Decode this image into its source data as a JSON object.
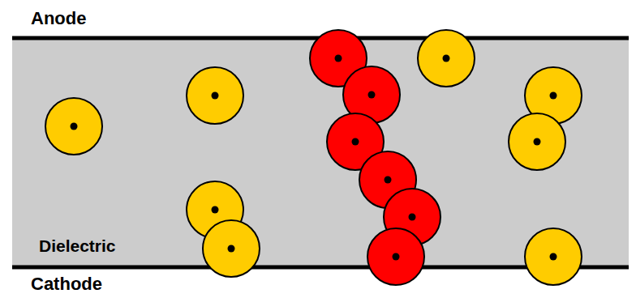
{
  "diagram": {
    "nodes": [
      {
        "text": [
          "Dielectric"
        ]
      }
    ],
    "labels": [
      "Anode",
      "Cathode"
    ]
  }
}
